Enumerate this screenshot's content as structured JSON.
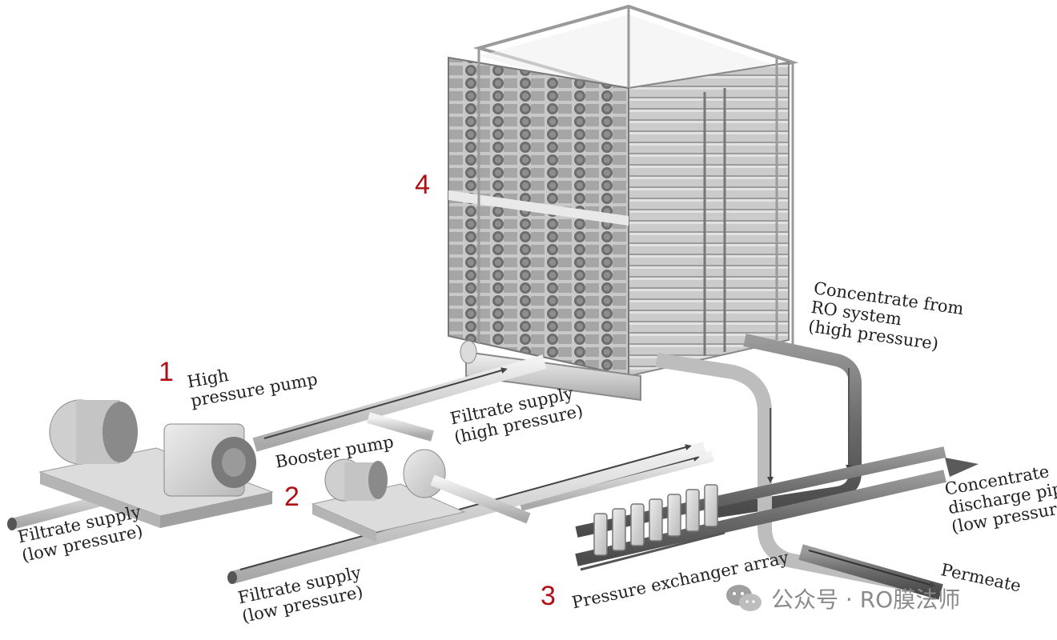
{
  "labels": {
    "high_pressure_pump": "High\npressure pump",
    "booster_pump": "Booster pump",
    "filtrate_high": "Filtrate supply\n(high pressure)",
    "filtrate_low_left": "Filtrate supply\n(low pressure)",
    "filtrate_low_bottom": "Filtrate supply\n(low pressure)",
    "concentrate_from_ro": "Concentrate from\nRO system\n(high pressure)",
    "concentrate_discharge": "Concentrate\ndischarge pipe\n(low pressure)",
    "permeate": "Permeate",
    "pressure_exchanger": "Pressure exchanger array"
  },
  "numbers": {
    "n1": "1",
    "n2": "2",
    "n3": "3",
    "n4": "4"
  },
  "watermark": {
    "text": "公众号 · RO膜法师"
  },
  "colors": {
    "accent": "#b01116",
    "pipe": "#d8d8d8",
    "pipe_dark": "#6e6e6e",
    "frame": "#9a9a9a"
  }
}
